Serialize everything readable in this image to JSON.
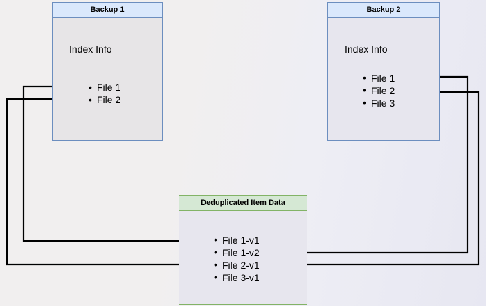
{
  "diagram": {
    "title_hidden": "",
    "colors": {
      "blue_fill": "#dae8fc",
      "blue_stroke": "#6c8ebf",
      "green_fill": "#d5e8d4",
      "green_stroke": "#82b366",
      "body_fill": "#e7e5e7",
      "line": "#000000",
      "page_bg": "#f0eeee"
    },
    "backup1": {
      "title": "Backup 1",
      "section_label": "Index Info",
      "files": [
        "File 1",
        "File 2"
      ]
    },
    "backup2": {
      "title": "Backup 2",
      "section_label": "Index Info",
      "files": [
        "File 1",
        "File 2",
        "File 3"
      ]
    },
    "dedup": {
      "title": "Deduplicated Item Data",
      "items": [
        "File 1-v1",
        "File 1-v2",
        "File 2-v1",
        "File 3-v1"
      ]
    },
    "connections": [
      {
        "from": "backup1.File 1",
        "to": "dedup.File 1-v1",
        "side": "left"
      },
      {
        "from": "backup1.File 2",
        "to": "dedup.File 2-v1",
        "side": "left"
      },
      {
        "from": "backup2.File 1",
        "to": "dedup.File 1-v2",
        "side": "right"
      },
      {
        "from": "backup2.File 2",
        "to": "dedup.File 2-v1",
        "side": "right"
      }
    ]
  }
}
